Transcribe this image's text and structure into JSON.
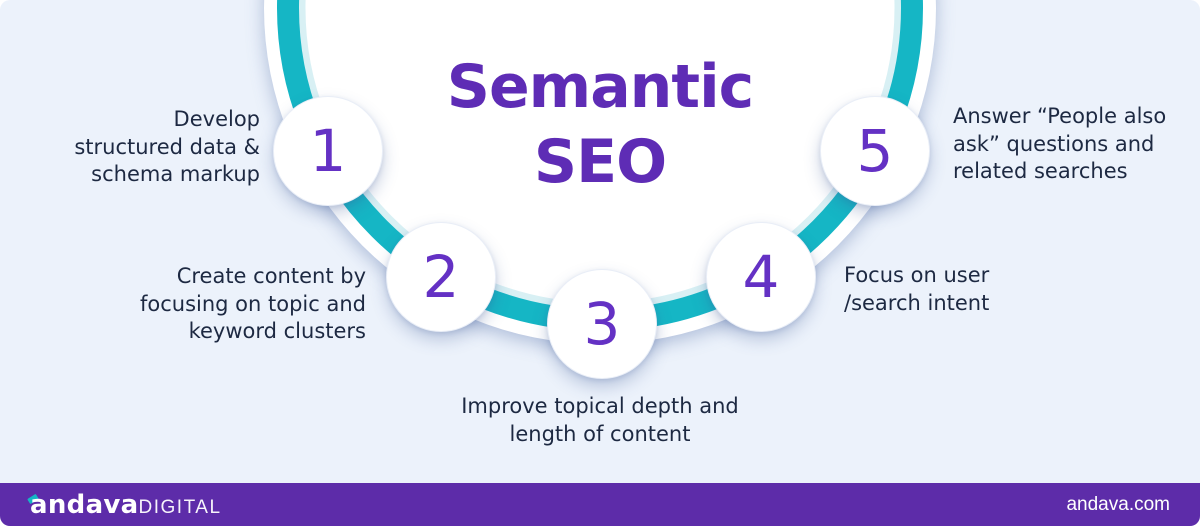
{
  "title": {
    "line1": "Semantic",
    "line2": "SEO"
  },
  "steps": [
    {
      "number": "1",
      "lines": [
        "Develop",
        "structured data &",
        "schema markup"
      ]
    },
    {
      "number": "2",
      "lines": [
        "Create content by",
        "focusing on topic and",
        "keyword clusters"
      ]
    },
    {
      "number": "3",
      "lines": [
        "Improve topical depth and",
        "length of content"
      ]
    },
    {
      "number": "4",
      "lines": [
        "Focus on user",
        "/search intent"
      ]
    },
    {
      "number": "5",
      "lines": [
        "Answer “People also",
        "ask” questions and",
        "related searches"
      ]
    }
  ],
  "footer": {
    "brand": "andava",
    "brand_suffix": "DIGITAL",
    "website": "andava.com"
  },
  "colors": {
    "accent_teal": "#15b6c5",
    "pale_teal": "#d8f0f4",
    "brand_purple": "#5e2cb5",
    "number_purple": "#6431c4",
    "footer_purple": "#5d2ca9",
    "text_dark": "#1d2942",
    "background": "#ecf2fb"
  }
}
